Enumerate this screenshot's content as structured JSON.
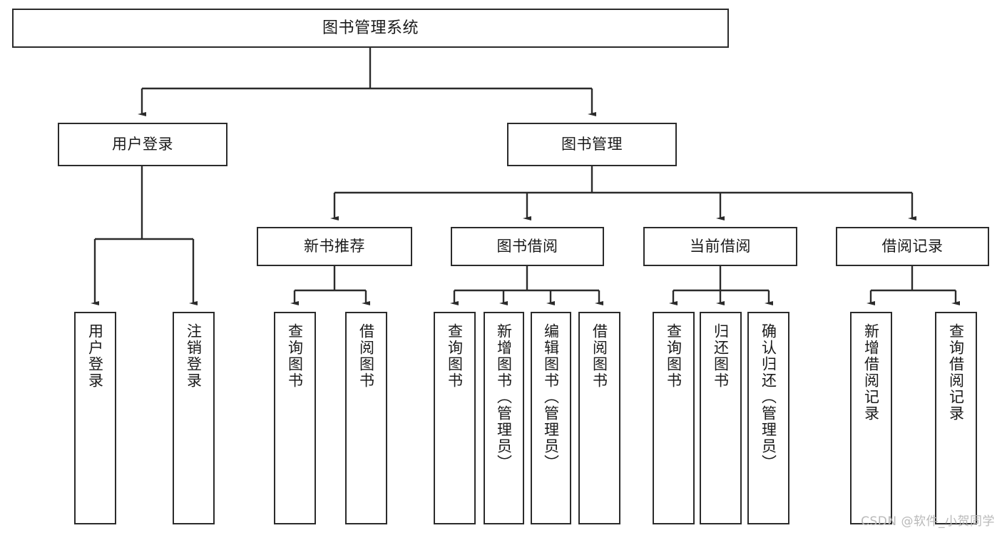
{
  "diagram": {
    "type": "tree-hierarchy",
    "title": "图书管理系统",
    "root": {
      "label": "图书管理系统"
    },
    "level1": [
      {
        "label": "用户登录"
      },
      {
        "label": "图书管理"
      }
    ],
    "level2": [
      {
        "label": "新书推荐"
      },
      {
        "label": "图书借阅"
      },
      {
        "label": "当前借阅"
      },
      {
        "label": "借阅记录"
      }
    ],
    "leaves": {
      "user_login": [
        {
          "label": "用户登录"
        },
        {
          "label": "注销登录"
        }
      ],
      "new_book_recommend": [
        {
          "label": "查询图书"
        },
        {
          "label": "借阅图书"
        }
      ],
      "book_borrow": [
        {
          "label": "查询图书"
        },
        {
          "label": "新增图书（管理员）"
        },
        {
          "label": "编辑图书（管理员）"
        },
        {
          "label": "借阅图书"
        }
      ],
      "current_borrow": [
        {
          "label": "查询图书"
        },
        {
          "label": "归还图书"
        },
        {
          "label": "确认归还（管理员）"
        }
      ],
      "borrow_record": [
        {
          "label": "新增借阅记录"
        },
        {
          "label": "查询借阅记录"
        }
      ]
    },
    "watermark": "CSDN @软件_小贺同学",
    "colors": {
      "stroke": "#2b2b2b",
      "fill": "#ffffff",
      "text": "#1a1a1a",
      "watermark": "#b9b9b9"
    }
  }
}
